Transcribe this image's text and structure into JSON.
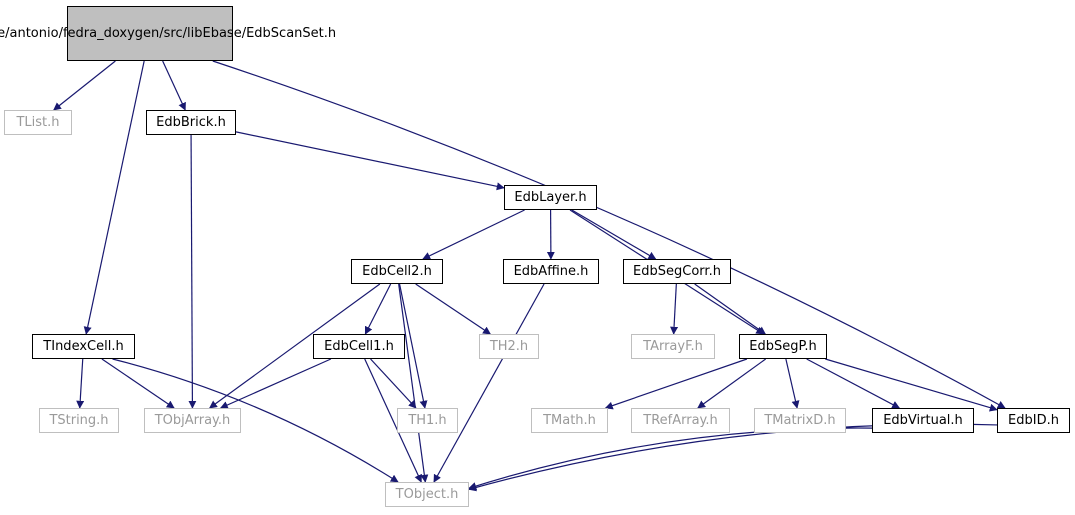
{
  "graph": {
    "edge_color": "#191970",
    "root_fill": "#bfbfbf",
    "nodes": {
      "root": {
        "lines": [
          "/home/antonio/fedra",
          "_doxygen/src/libEbase",
          "/EdbScanSet.h"
        ]
      },
      "tlist": "TList.h",
      "edbbrick": "EdbBrick.h",
      "edblayer": "EdbLayer.h",
      "edbcell2": "EdbCell2.h",
      "edbaffine": "EdbAffine.h",
      "edbsegcorr": "EdbSegCorr.h",
      "tindexcell": "TIndexCell.h",
      "edbcell1": "EdbCell1.h",
      "th2": "TH2.h",
      "tarrayf": "TArrayF.h",
      "edbsegp": "EdbSegP.h",
      "tstring": "TString.h",
      "tobjarray": "TObjArray.h",
      "th1": "TH1.h",
      "tmath": "TMath.h",
      "trefarray": "TRefArray.h",
      "tmatrixd": "TMatrixD.h",
      "edbvirtual": "EdbVirtual.h",
      "edbid": "EdbID.h",
      "tobject": "TObject.h"
    },
    "edges": [
      [
        "root",
        "tlist"
      ],
      [
        "root",
        "edbbrick"
      ],
      [
        "root",
        "tindexcell"
      ],
      [
        "root",
        "edbid"
      ],
      [
        "edbbrick",
        "edblayer"
      ],
      [
        "edbbrick",
        "tobjarray"
      ],
      [
        "edblayer",
        "edbcell2"
      ],
      [
        "edblayer",
        "edbaffine"
      ],
      [
        "edblayer",
        "edbsegcorr"
      ],
      [
        "edblayer",
        "edbsegp"
      ],
      [
        "edbcell2",
        "edbcell1"
      ],
      [
        "edbcell2",
        "th2"
      ],
      [
        "edbcell2",
        "th1"
      ],
      [
        "edbcell2",
        "tobjarray"
      ],
      [
        "edbcell2",
        "tobject"
      ],
      [
        "edbaffine",
        "tobject"
      ],
      [
        "edbsegcorr",
        "tarrayf"
      ],
      [
        "edbsegcorr",
        "edbsegp"
      ],
      [
        "tindexcell",
        "tstring"
      ],
      [
        "tindexcell",
        "tobjarray"
      ],
      [
        "tindexcell",
        "tobject"
      ],
      [
        "edbcell1",
        "tobjarray"
      ],
      [
        "edbcell1",
        "th1"
      ],
      [
        "edbcell1",
        "tobject"
      ],
      [
        "edbsegp",
        "tmath"
      ],
      [
        "edbsegp",
        "trefarray"
      ],
      [
        "edbsegp",
        "tmatrixd"
      ],
      [
        "edbsegp",
        "edbvirtual"
      ],
      [
        "edbsegp",
        "edbid"
      ],
      [
        "edbvirtual",
        "tobject"
      ],
      [
        "edbid",
        "tobject"
      ]
    ]
  }
}
